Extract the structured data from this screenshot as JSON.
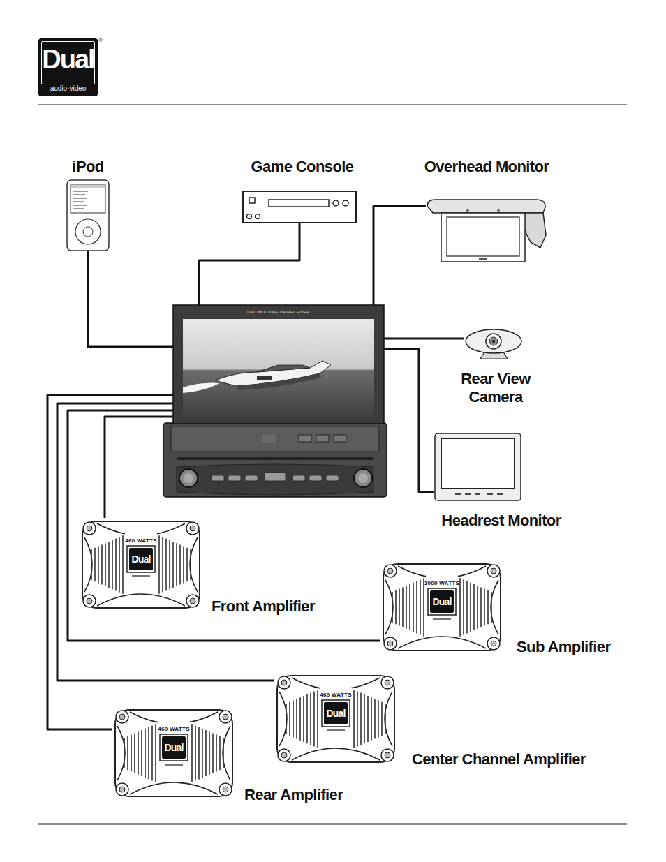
{
  "diagram": {
    "nodes": [
      {
        "text": [
          "iPod"
        ]
      },
      {
        "text": [
          "Game Console"
        ]
      },
      {
        "text": [
          "Overhead Monitor"
        ]
      },
      {
        "text": [
          "DVD MULTIMEDIA RECEIVER"
        ]
      },
      {
        "text": [
          "Rear View Camera"
        ]
      },
      {
        "text": [
          "Headrest Monitor"
        ]
      },
      {
        "text": [
          "460 WATTS",
          "Dual",
          "Front Amplifier"
        ]
      },
      {
        "text": [
          "1000 WATTS",
          "Dual",
          "Sub Amplifier"
        ]
      },
      {
        "text": [
          "460 WATTS",
          "Dual",
          "Center Channel Amplifier"
        ]
      },
      {
        "text": [
          "460 WATTS",
          "Dual",
          "Rear Amplifier"
        ]
      }
    ],
    "edges": [
      {
        "from": 0,
        "to": 3,
        "arrow": "none"
      },
      {
        "from": 1,
        "to": 3,
        "arrow": "none"
      },
      {
        "from": 2,
        "to": 3,
        "arrow": "none"
      },
      {
        "from": 3,
        "to": 4,
        "arrow": "none"
      },
      {
        "from": 3,
        "to": 5,
        "arrow": "none"
      },
      {
        "from": 3,
        "to": 6,
        "arrow": "none"
      },
      {
        "from": 3,
        "to": 7,
        "arrow": "none"
      },
      {
        "from": 3,
        "to": 8,
        "arrow": "none"
      },
      {
        "from": 3,
        "to": 9,
        "arrow": "none"
      }
    ],
    "labels": [
      "Dual",
      "audio·video",
      "®"
    ]
  }
}
